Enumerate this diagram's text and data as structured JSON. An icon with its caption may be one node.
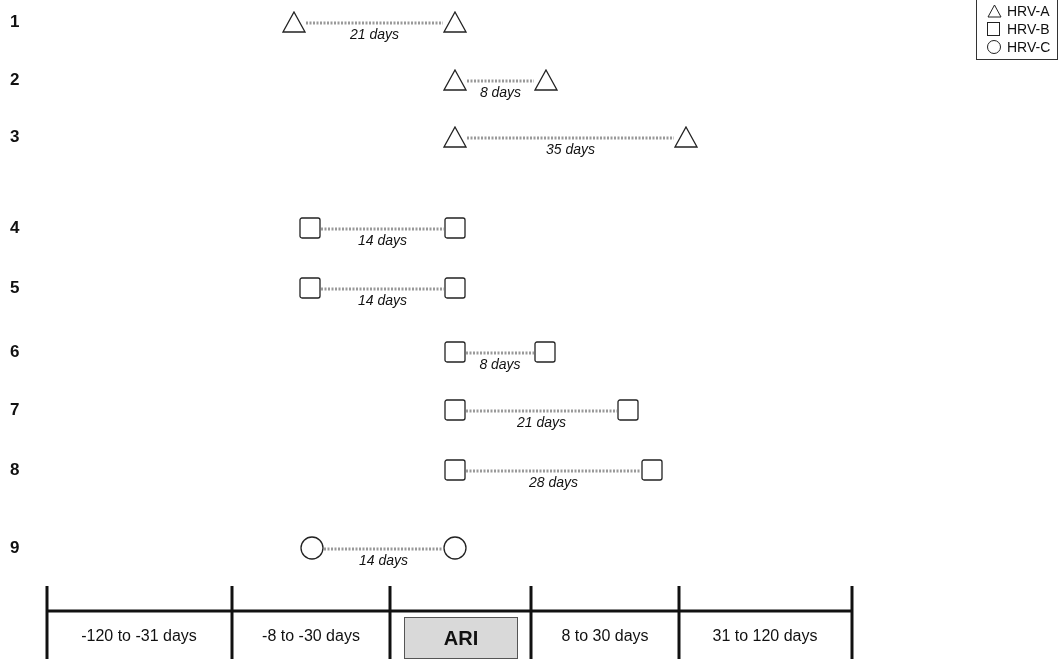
{
  "diagram": {
    "nodes": [
      {
        "text": [],
        "shape": "triangle"
      },
      {
        "text": [],
        "shape": "triangle"
      },
      {
        "text": [],
        "shape": "triangle"
      },
      {
        "text": [],
        "shape": "triangle"
      },
      {
        "text": [],
        "shape": "triangle"
      },
      {
        "text": [],
        "shape": "triangle"
      },
      {
        "text": [],
        "shape": "box"
      },
      {
        "text": [],
        "shape": "box"
      },
      {
        "text": [],
        "shape": "box"
      },
      {
        "text": [],
        "shape": "box"
      },
      {
        "text": [],
        "shape": "box"
      },
      {
        "text": [],
        "shape": "box"
      },
      {
        "text": [],
        "shape": "box"
      },
      {
        "text": [],
        "shape": "box"
      },
      {
        "text": [],
        "shape": "box"
      },
      {
        "text": [],
        "shape": "box"
      },
      {
        "text": [],
        "shape": "circle"
      },
      {
        "text": [],
        "shape": "circle"
      },
      {
        "text": [
          "ARI"
        ]
      }
    ],
    "edges": [
      {
        "from": 0,
        "to": 1,
        "arrow": "none",
        "label": "21 days",
        "style": "dashed"
      },
      {
        "from": 2,
        "to": 3,
        "arrow": "none",
        "label": "8 days",
        "style": "dashed"
      },
      {
        "from": 4,
        "to": 5,
        "arrow": "none",
        "label": "35 days",
        "style": "dashed"
      },
      {
        "from": 6,
        "to": 7,
        "arrow": "none",
        "label": "14 days",
        "style": "dashed"
      },
      {
        "from": 8,
        "to": 9,
        "arrow": "none",
        "label": "14 days",
        "style": "dashed"
      },
      {
        "from": 10,
        "to": 11,
        "arrow": "none",
        "label": "8 days",
        "style": "dashed"
      },
      {
        "from": 12,
        "to": 13,
        "arrow": "none",
        "label": "21 days",
        "style": "dashed"
      },
      {
        "from": 14,
        "to": 15,
        "arrow": "none",
        "label": "28 days",
        "style": "dashed"
      },
      {
        "from": 16,
        "to": 17,
        "arrow": "none",
        "label": "14 days",
        "style": "dashed"
      }
    ],
    "labels": [
      "1",
      "2",
      "3",
      "4",
      "5",
      "6",
      "7",
      "8",
      "9",
      "-120 to -31 days",
      "-8 to -30 days",
      "8 to 30 days",
      "31 to 120 days"
    ],
    "legend": [
      {
        "text": "HRV-A"
      },
      {
        "text": "HRV-B"
      },
      {
        "text": "HRV-C"
      }
    ]
  }
}
